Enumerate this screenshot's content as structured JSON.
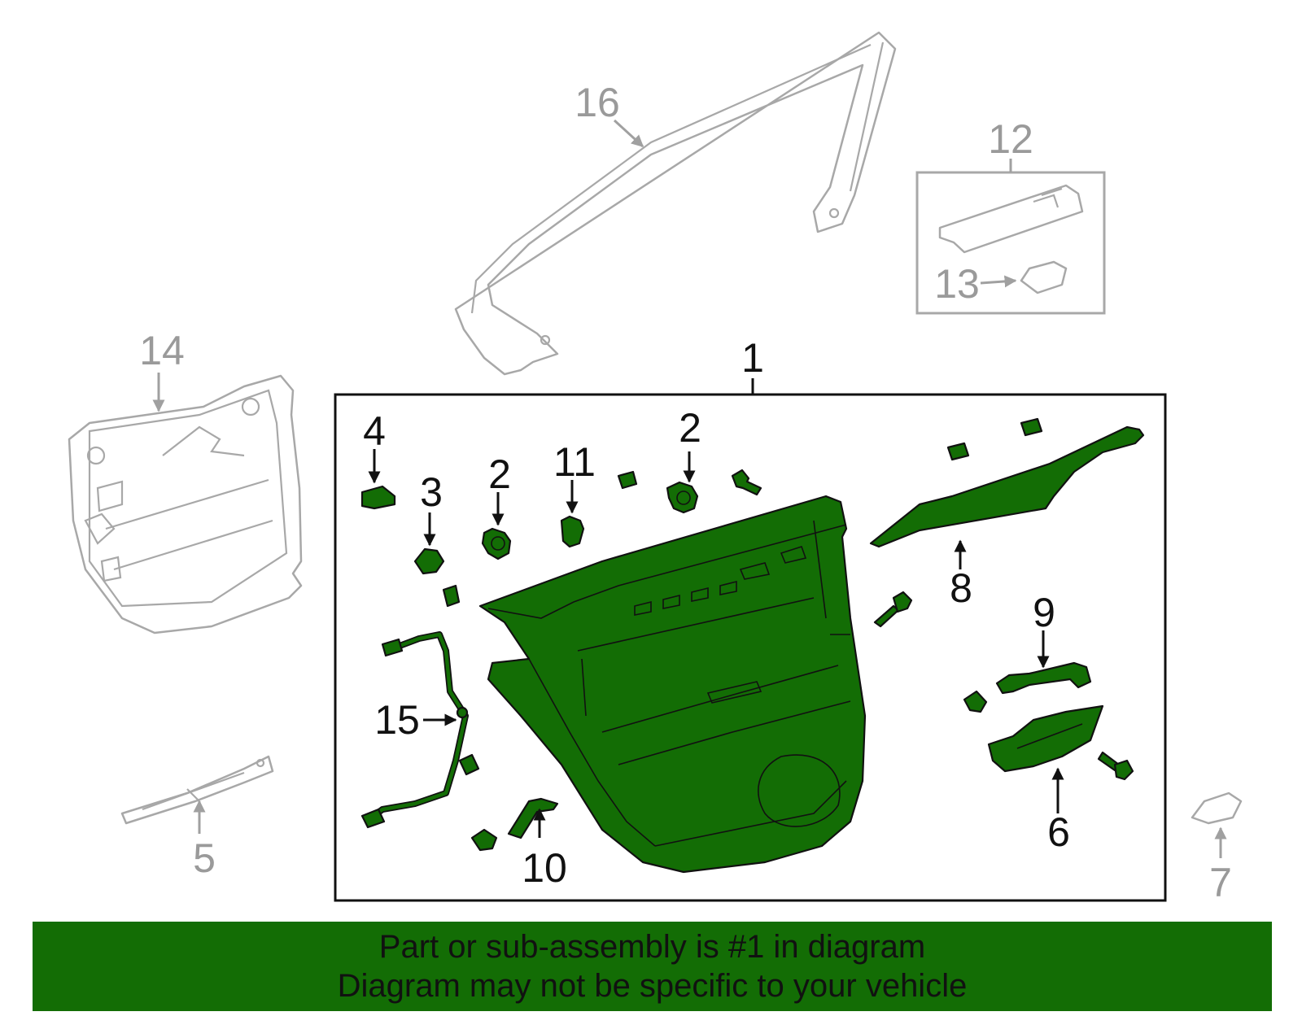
{
  "callouts": {
    "c1": "1",
    "c2a": "2",
    "c2b": "2",
    "c3": "3",
    "c4": "4",
    "c5": "5",
    "c6": "6",
    "c7": "7",
    "c8": "8",
    "c9": "9",
    "c10": "10",
    "c11": "11",
    "c12": "12",
    "c13": "13",
    "c14": "14",
    "c15": "15",
    "c16": "16"
  },
  "colors": {
    "highlight_part": "#136d05",
    "banner_background": "#136d05",
    "secondary_parts": "#a8a8a8",
    "outline": "#111111"
  },
  "banner": {
    "line1": "Part or sub-assembly is #1 in diagram",
    "line2": "Diagram may not be specific to your vehicle"
  }
}
